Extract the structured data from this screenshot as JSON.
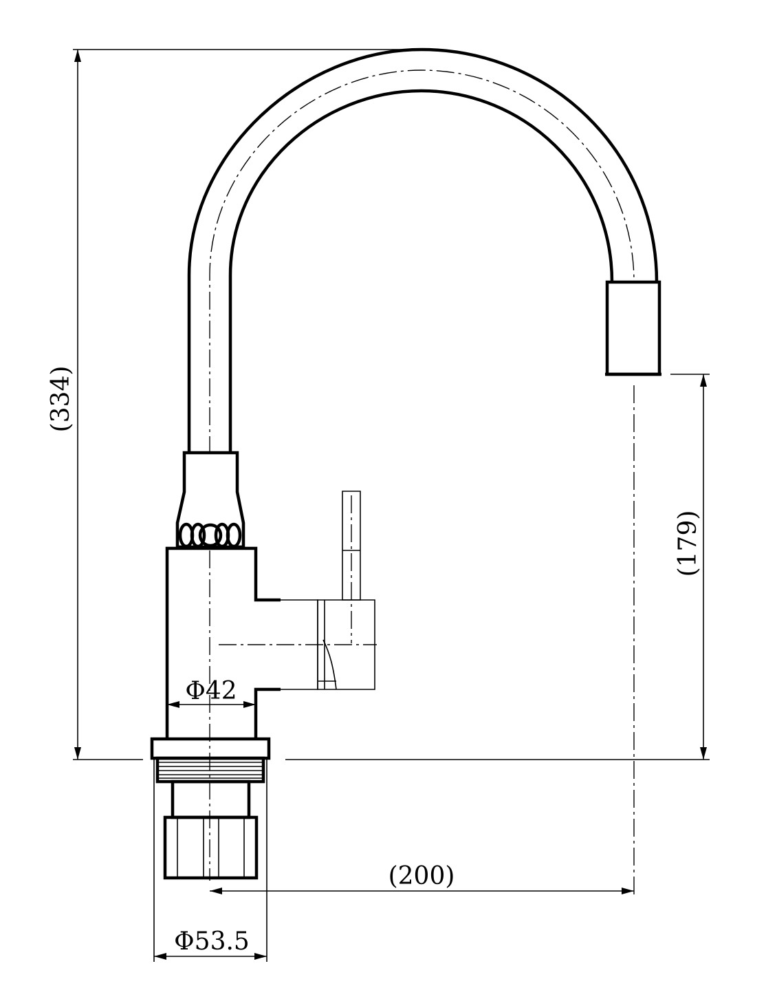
{
  "drawing": {
    "subject": "faucet-side-elevation",
    "line_color": "#000000",
    "background": "#ffffff"
  },
  "dimensions": {
    "overall_height": "(334)",
    "spout_height": "(179)",
    "spout_reach": "(200)",
    "body_diameter": "Φ42",
    "base_diameter": "Φ53.5"
  }
}
